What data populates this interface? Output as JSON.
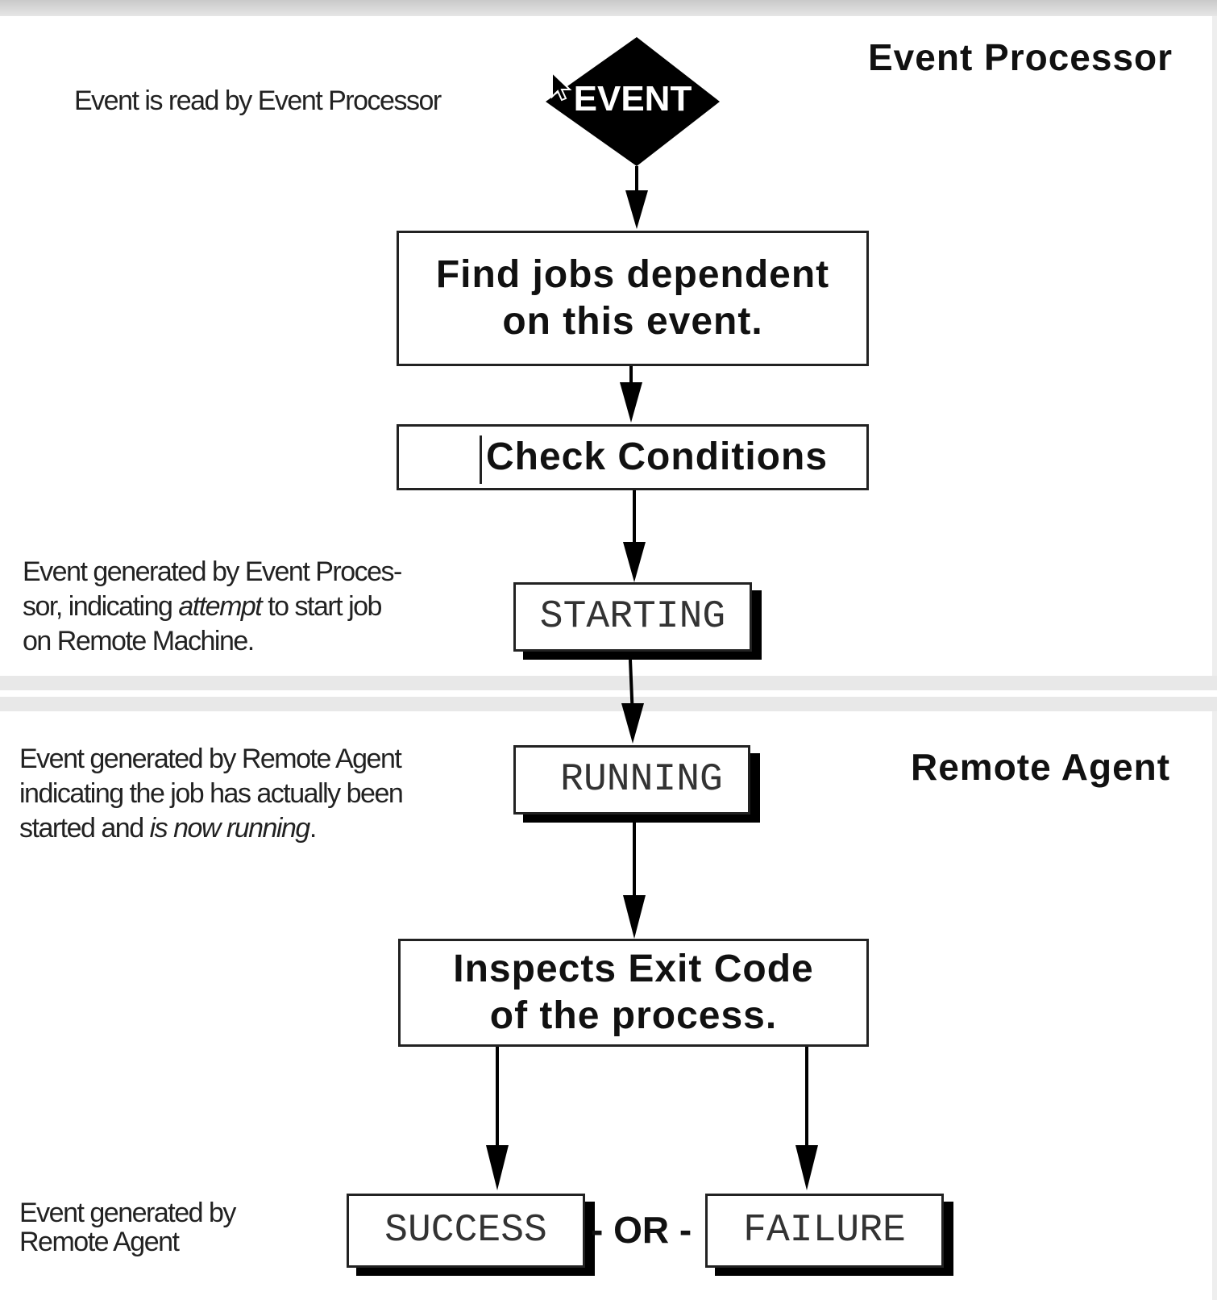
{
  "diagram": {
    "type": "flowchart",
    "sections": {
      "event_processor": {
        "title": "Event Processor"
      },
      "remote_agent": {
        "title": "Remote Agent"
      }
    },
    "nodes": {
      "event": {
        "label": "EVENT",
        "shape": "diamond"
      },
      "find_jobs": {
        "line1": "Find jobs dependent",
        "line2": "on this event."
      },
      "check_conditions": {
        "label": "Check Conditions"
      },
      "starting": {
        "label": "STARTING"
      },
      "running": {
        "label": "RUNNING"
      },
      "inspect_exit": {
        "line1": "Inspects Exit Code",
        "line2": "of the process."
      },
      "success": {
        "label": "SUCCESS"
      },
      "failure": {
        "label": "FAILURE"
      },
      "or_separator": {
        "label": "- OR -"
      }
    },
    "notes": {
      "event_read": "Event is read by Event Processor",
      "starting_note": {
        "line1": "Event generated by Event Proces-",
        "line2_pre": "sor, indicating ",
        "line2_em": "attempt",
        "line2_post": " to start job",
        "line3": "on Remote Machine."
      },
      "running_note": {
        "line1": "Event generated by Remote Agent",
        "line2": "indicating the job has actually been",
        "line3_pre": "started and ",
        "line3_em": "is now running",
        "line3_post": "."
      },
      "result_note": {
        "line1": "Event generated by",
        "line2": "Remote Agent"
      }
    },
    "edges": [
      {
        "from": "EVENT",
        "to": "Find jobs dependent on this event."
      },
      {
        "from": "Find jobs dependent on this event.",
        "to": "Check Conditions"
      },
      {
        "from": "Check Conditions",
        "to": "STARTING"
      },
      {
        "from": "STARTING",
        "to": "RUNNING"
      },
      {
        "from": "RUNNING",
        "to": "Inspects Exit Code of the process."
      },
      {
        "from": "Inspects Exit Code of the process.",
        "to": "SUCCESS"
      },
      {
        "from": "Inspects Exit Code of the process.",
        "to": "FAILURE"
      }
    ]
  }
}
